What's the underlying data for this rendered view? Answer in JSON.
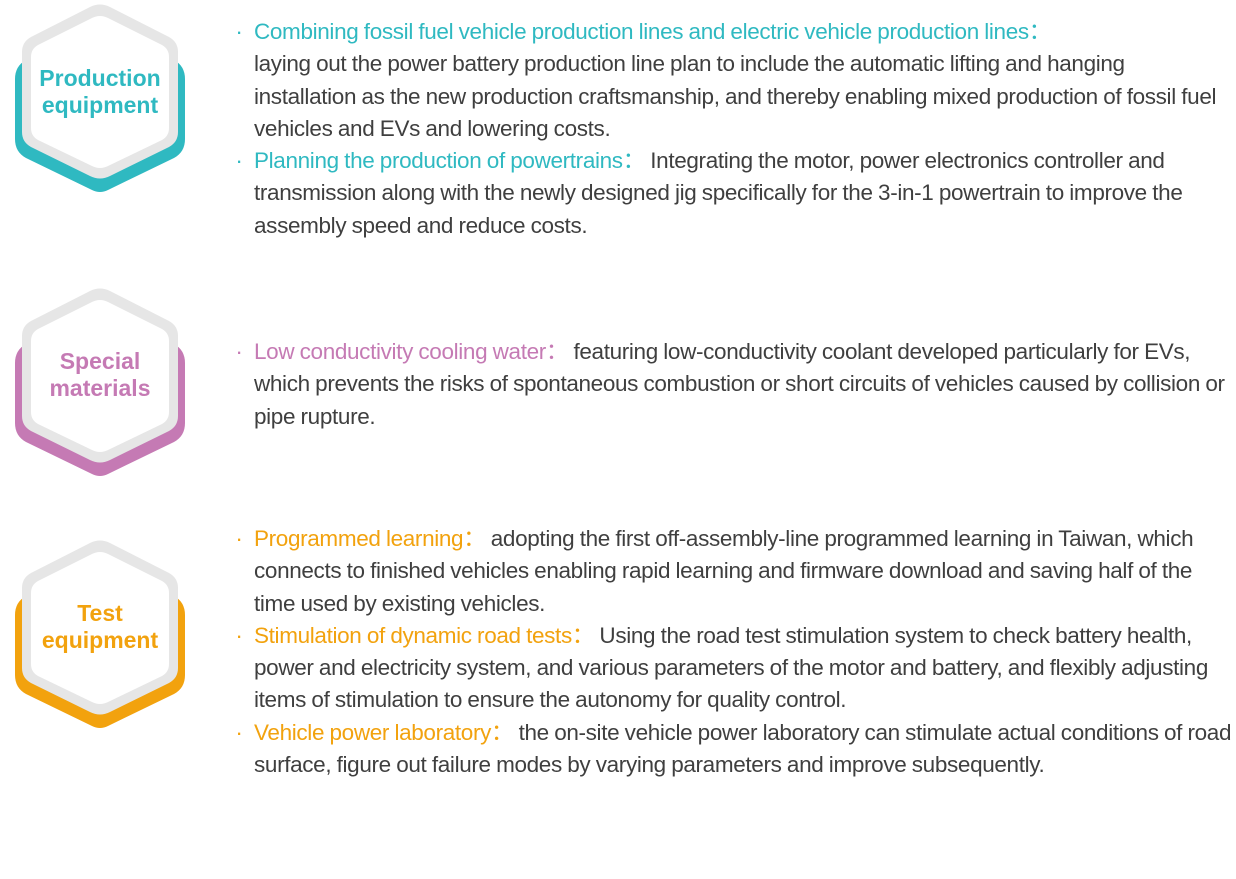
{
  "colors": {
    "production": "#2fb9c1",
    "materials": "#c57ab4",
    "test": "#f2a20e",
    "hex_frame": "#e6e6e6",
    "body_text": "#3f3f3f"
  },
  "sections": [
    {
      "badge": {
        "line1": "Production",
        "line2": "equipment",
        "icon": "hexagon-badge"
      },
      "items": [
        {
          "bullet": "·",
          "term": "Combining fossil fuel vehicle production lines and electric vehicle  production lines：",
          "text": "laying out the power battery production line plan to include the automatic  lifting and hanging installation as the new production craftsmanship, and  thereby enabling mixed production of fossil fuel vehicles and EVs and  lowering costs."
        },
        {
          "bullet": "·",
          "term": "Planning the production of powertrains：",
          "text": "Integrating the motor, power electronics controller and transmission along  with the newly designed jig specifically for the 3-in-1 powertrain to improve  the assembly speed and reduce costs."
        }
      ]
    },
    {
      "badge": {
        "line1": "Special",
        "line2": "materials",
        "icon": "hexagon-badge"
      },
      "items": [
        {
          "bullet": "·",
          "term": "Low conductivity cooling water：",
          "text": "featuring low-conductivity coolant developed particularly for EVs, which prevents the risks of spontaneous combustion or short circuits of vehicles caused by  collision or pipe rupture."
        }
      ]
    },
    {
      "badge": {
        "line1": "Test",
        "line2": "equipment",
        "icon": "hexagon-badge"
      },
      "items": [
        {
          "bullet": "·",
          "term": "Programmed learning：",
          "text": "adopting the first off-assembly-line programmed  learning in Taiwan, which connects to finished  vehicles enabling rapid learning and firmware download and saving half of the time used by  existing vehicles."
        },
        {
          "bullet": "·",
          "term": "Stimulation of dynamic road tests：",
          "text": "Using the road test stimulation system to check battery health, power and electricity system, and  various parameters of the motor and battery,  and flexibly adjusting items of stimulation to  ensure the autonomy for quality control."
        },
        {
          "bullet": "·",
          "term": "Vehicle power laboratory：",
          "text": "the on-site vehicle power laboratory can  stimulate actual conditions of road surface,  figure out failure modes by varying parameters  and improve subsequently."
        }
      ]
    }
  ]
}
